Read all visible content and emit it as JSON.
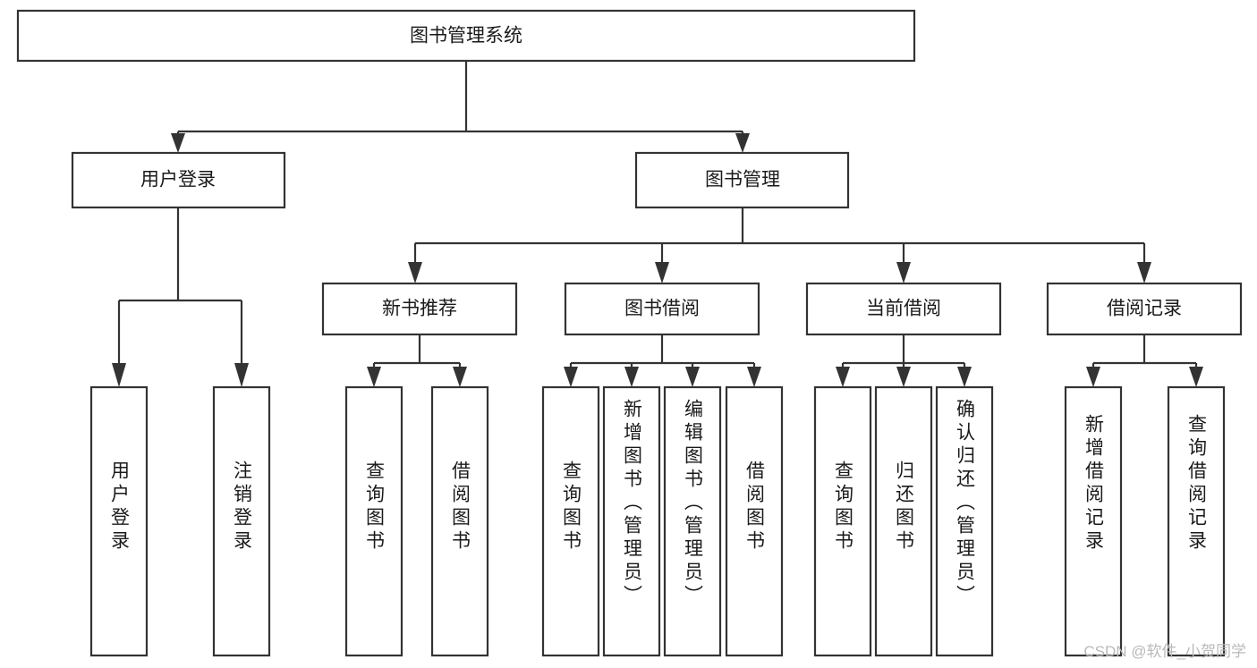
{
  "diagram": {
    "type": "hierarchy-tree",
    "title": "图书管理系统",
    "orientation": "top-down",
    "watermark": "CSDN @软件_小贺同学",
    "colors": {
      "box_stroke": "#333333",
      "box_fill": "#ffffff",
      "text": "#1a1a1a",
      "background": "#ffffff",
      "watermark": "#b9b9b9"
    },
    "root": {
      "id": "root",
      "label": "图书管理系统"
    },
    "level2": [
      {
        "id": "user-login",
        "label": "用户登录"
      },
      {
        "id": "book-manage",
        "label": "图书管理"
      }
    ],
    "level3": [
      {
        "id": "new-book-recommend",
        "label": "新书推荐",
        "parent": "book-manage"
      },
      {
        "id": "book-borrow",
        "label": "图书借阅",
        "parent": "book-manage"
      },
      {
        "id": "current-borrow",
        "label": "当前借阅",
        "parent": "book-manage"
      },
      {
        "id": "borrow-record",
        "label": "借阅记录",
        "parent": "book-manage"
      }
    ],
    "leaves": {
      "user-login": [
        {
          "id": "leaf-user-login",
          "label": "用户登录"
        },
        {
          "id": "leaf-user-logout",
          "label": "注销登录"
        }
      ],
      "new-book-recommend": [
        {
          "id": "leaf-query-book-1",
          "label": "查询图书"
        },
        {
          "id": "leaf-borrow-book-1",
          "label": "借阅图书"
        }
      ],
      "book-borrow": [
        {
          "id": "leaf-query-book-2",
          "label": "查询图书"
        },
        {
          "id": "leaf-add-book",
          "label": "新增图书（管理员）"
        },
        {
          "id": "leaf-edit-book",
          "label": "编辑图书（管理员）"
        },
        {
          "id": "leaf-borrow-book-2",
          "label": "借阅图书"
        }
      ],
      "current-borrow": [
        {
          "id": "leaf-query-book-3",
          "label": "查询图书"
        },
        {
          "id": "leaf-return-book",
          "label": "归还图书"
        },
        {
          "id": "leaf-confirm-return",
          "label": "确认归还（管理员）"
        }
      ],
      "borrow-record": [
        {
          "id": "leaf-add-record",
          "label": "新增借阅记录"
        },
        {
          "id": "leaf-query-record",
          "label": "查询借阅记录"
        }
      ]
    }
  }
}
